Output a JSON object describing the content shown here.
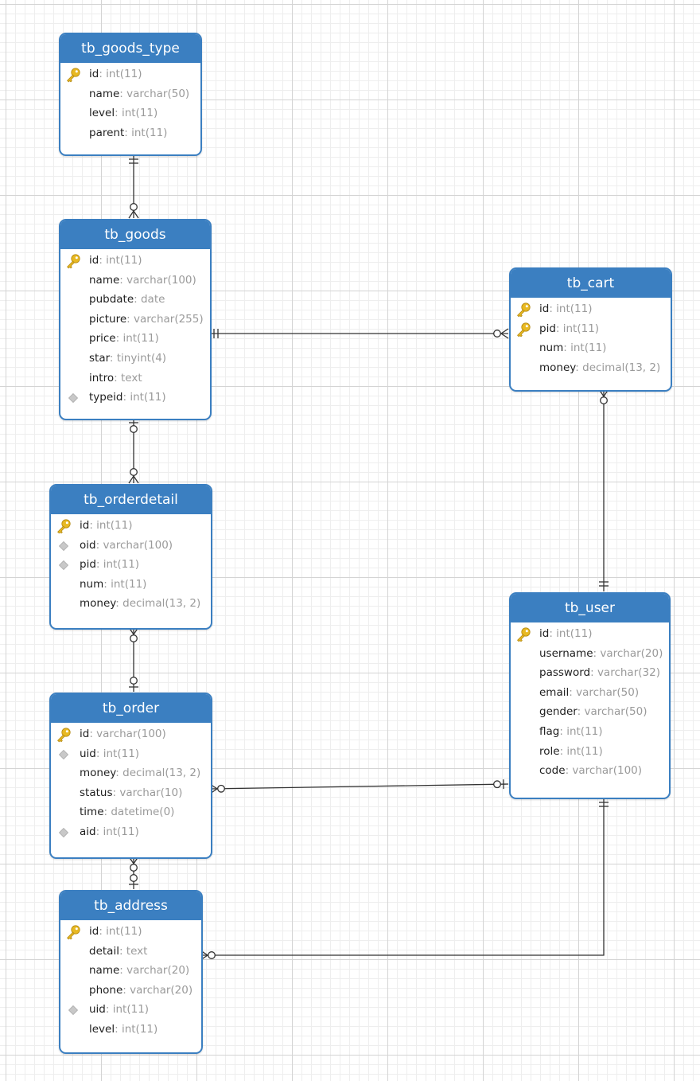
{
  "entities": [
    {
      "id": "tb_goods_type",
      "title": "tb_goods_type",
      "fields": [
        {
          "name": "id",
          "type": "int(11)",
          "marker": "pk"
        },
        {
          "name": "name",
          "type": "varchar(50)",
          "marker": ""
        },
        {
          "name": "level",
          "type": "int(11)",
          "marker": ""
        },
        {
          "name": "parent",
          "type": "int(11)",
          "marker": ""
        }
      ]
    },
    {
      "id": "tb_goods",
      "title": "tb_goods",
      "fields": [
        {
          "name": "id",
          "type": "int(11)",
          "marker": "pk"
        },
        {
          "name": "name",
          "type": "varchar(100)",
          "marker": ""
        },
        {
          "name": "pubdate",
          "type": "date",
          "marker": ""
        },
        {
          "name": "picture",
          "type": "varchar(255)",
          "marker": ""
        },
        {
          "name": "price",
          "type": "int(11)",
          "marker": ""
        },
        {
          "name": "star",
          "type": "tinyint(4)",
          "marker": ""
        },
        {
          "name": "intro",
          "type": "text",
          "marker": ""
        },
        {
          "name": "typeid",
          "type": "int(11)",
          "marker": "fk"
        }
      ]
    },
    {
      "id": "tb_orderdetail",
      "title": "tb_orderdetail",
      "fields": [
        {
          "name": "id",
          "type": "int(11)",
          "marker": "pk"
        },
        {
          "name": "oid",
          "type": "varchar(100)",
          "marker": "fk"
        },
        {
          "name": "pid",
          "type": "int(11)",
          "marker": "fk"
        },
        {
          "name": "num",
          "type": "int(11)",
          "marker": ""
        },
        {
          "name": "money",
          "type": "decimal(13, 2)",
          "marker": ""
        }
      ]
    },
    {
      "id": "tb_order",
      "title": "tb_order",
      "fields": [
        {
          "name": "id",
          "type": "varchar(100)",
          "marker": "pk"
        },
        {
          "name": "uid",
          "type": "int(11)",
          "marker": "fk"
        },
        {
          "name": "money",
          "type": "decimal(13, 2)",
          "marker": ""
        },
        {
          "name": "status",
          "type": "varchar(10)",
          "marker": ""
        },
        {
          "name": "time",
          "type": "datetime(0)",
          "marker": ""
        },
        {
          "name": "aid",
          "type": "int(11)",
          "marker": "fk"
        }
      ]
    },
    {
      "id": "tb_address",
      "title": "tb_address",
      "fields": [
        {
          "name": "id",
          "type": "int(11)",
          "marker": "pk"
        },
        {
          "name": "detail",
          "type": "text",
          "marker": ""
        },
        {
          "name": "name",
          "type": "varchar(20)",
          "marker": ""
        },
        {
          "name": "phone",
          "type": "varchar(20)",
          "marker": ""
        },
        {
          "name": "uid",
          "type": "int(11)",
          "marker": "fk"
        },
        {
          "name": "level",
          "type": "int(11)",
          "marker": ""
        }
      ]
    },
    {
      "id": "tb_cart",
      "title": "tb_cart",
      "fields": [
        {
          "name": "id",
          "type": "int(11)",
          "marker": "pk"
        },
        {
          "name": "pid",
          "type": "int(11)",
          "marker": "pk"
        },
        {
          "name": "num",
          "type": "int(11)",
          "marker": ""
        },
        {
          "name": "money",
          "type": "decimal(13, 2)",
          "marker": ""
        }
      ]
    },
    {
      "id": "tb_user",
      "title": "tb_user",
      "fields": [
        {
          "name": "id",
          "type": "int(11)",
          "marker": "pk"
        },
        {
          "name": "username",
          "type": "varchar(20)",
          "marker": ""
        },
        {
          "name": "password",
          "type": "varchar(32)",
          "marker": ""
        },
        {
          "name": "email",
          "type": "varchar(50)",
          "marker": ""
        },
        {
          "name": "gender",
          "type": "varchar(50)",
          "marker": ""
        },
        {
          "name": "flag",
          "type": "int(11)",
          "marker": ""
        },
        {
          "name": "role",
          "type": "int(11)",
          "marker": ""
        },
        {
          "name": "code",
          "type": "varchar(100)",
          "marker": ""
        }
      ]
    }
  ],
  "relationships": [
    {
      "from": "tb_goods_type",
      "from_cardinality": "one-mandatory",
      "to": "tb_goods",
      "to_cardinality": "many-optional"
    },
    {
      "from": "tb_goods",
      "from_cardinality": "one-mandatory",
      "to": "tb_cart",
      "to_cardinality": "many-optional"
    },
    {
      "from": "tb_goods",
      "from_cardinality": "one-optional",
      "to": "tb_orderdetail",
      "to_cardinality": "many-optional"
    },
    {
      "from": "tb_orderdetail",
      "from_cardinality": "many-optional",
      "to": "tb_order",
      "to_cardinality": "one-optional"
    },
    {
      "from": "tb_cart",
      "from_cardinality": "many-optional",
      "to": "tb_user",
      "to_cardinality": "one-mandatory"
    },
    {
      "from": "tb_order",
      "from_cardinality": "many-optional",
      "to": "tb_user",
      "to_cardinality": "one-optional"
    },
    {
      "from": "tb_order",
      "from_cardinality": "many-optional",
      "to": "tb_address",
      "to_cardinality": "one-optional"
    },
    {
      "from": "tb_address",
      "from_cardinality": "many-optional",
      "to": "tb_user",
      "to_cardinality": "one-mandatory"
    }
  ],
  "colors": {
    "header": "#3b7fc1",
    "border": "#3b7fc1",
    "line": "#333333",
    "field_name": "#1f1f1f",
    "field_type": "#9a9a9a",
    "pk_icon": "#e8b923",
    "fk_icon": "#c8c8c8"
  },
  "icons": {
    "pk": "key-icon",
    "fk": "diamond-icon"
  }
}
